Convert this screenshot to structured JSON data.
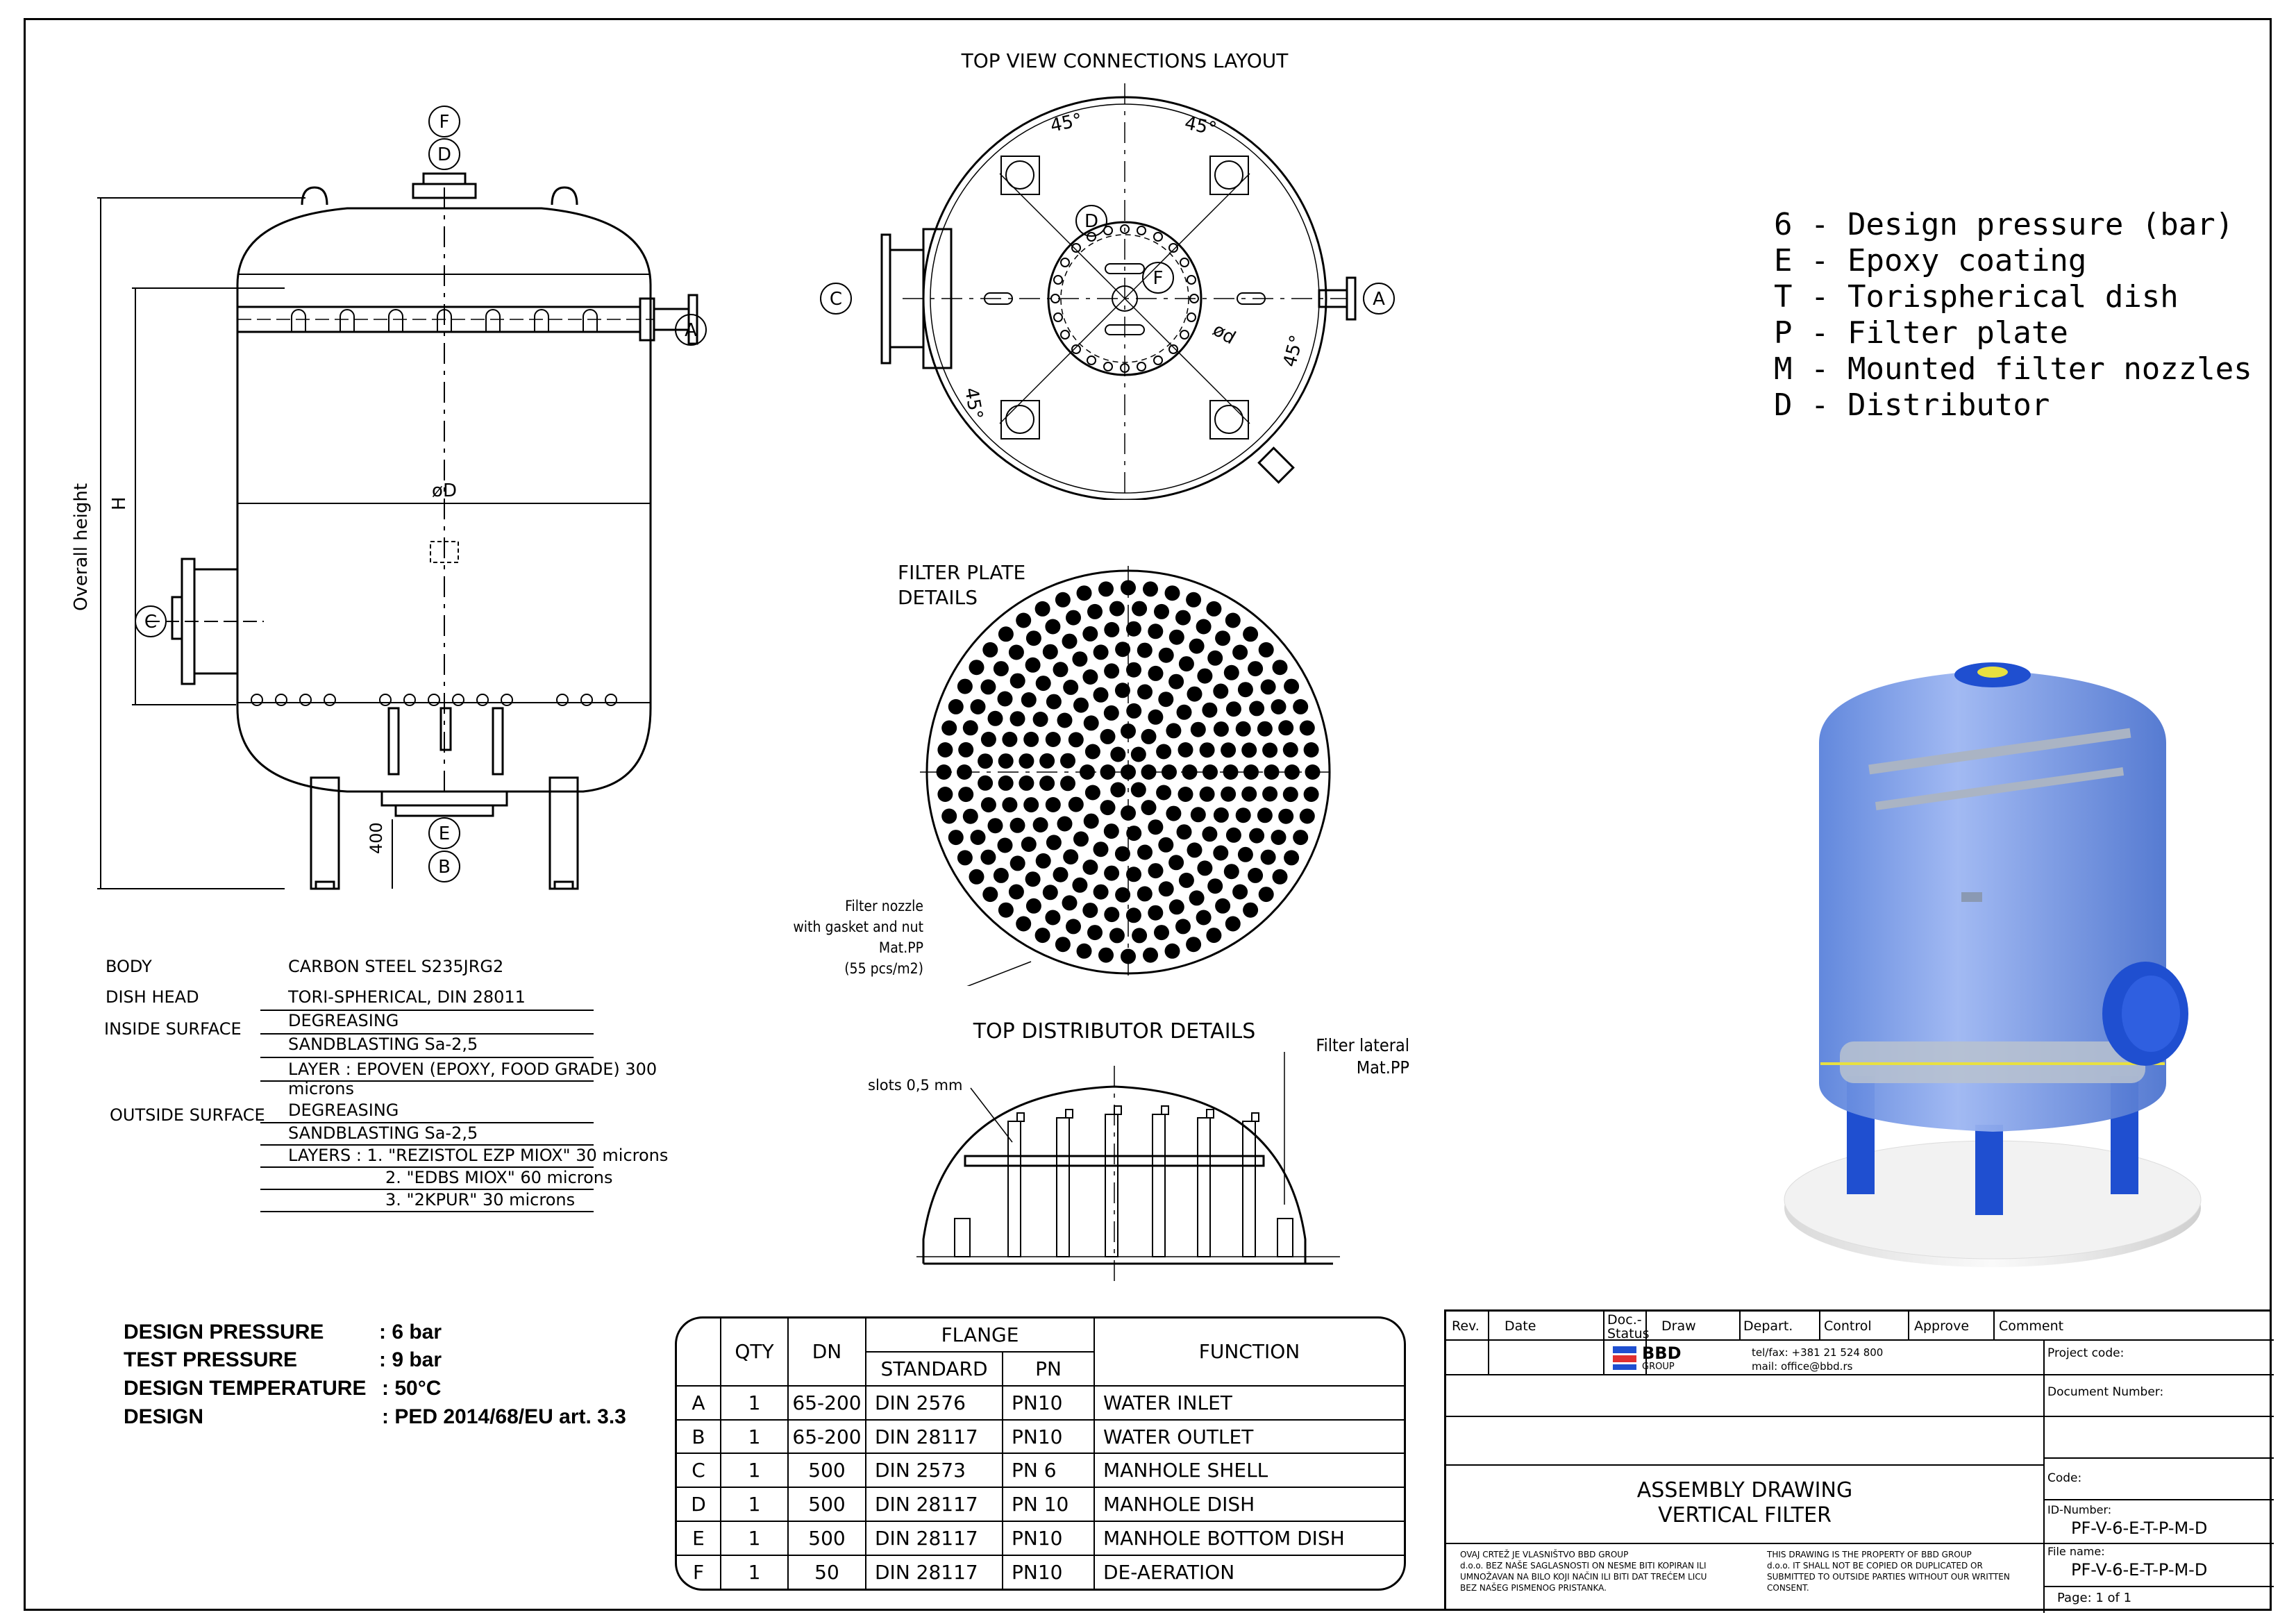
{
  "legend": [
    "6 - Design pressure (bar)",
    "E - Epoxy coating",
    "T - Torispherical dish",
    "P - Filter plate",
    "M - Mounted filter nozzles",
    "D - Distributor"
  ],
  "views": {
    "top_view_title": "TOP VIEW CONNECTIONS LAYOUT",
    "filter_plate_title_1": "FILTER PLATE",
    "filter_plate_title_2": "DETAILS",
    "distributor_title": "TOP DISTRIBUTOR DETAILS",
    "angle_45": "45°",
    "dia_small": "ød",
    "dia_big": "øD",
    "h_label": "H",
    "overall_height": "Overall height",
    "dim_400": "400",
    "nozzle_note": [
      "Filter nozzle",
      "with gasket and nut",
      "Mat.PP",
      "(55 pcs/m2)"
    ],
    "slots_note": "slots 0,5 mm",
    "lateral_note": [
      "Filter lateral",
      "Mat.PP"
    ],
    "markers": {
      "A": "A",
      "B": "B",
      "C": "C",
      "D": "D",
      "E": "E",
      "F": "F"
    }
  },
  "materials": {
    "body_label": "BODY",
    "body_value": "CARBON STEEL S235JRG2",
    "dish_label": "DISH HEAD",
    "dish_value": "TORI-SPHERICAL, DIN 28011",
    "inside_label": "INSIDE SURFACE",
    "inside_values": [
      "DEGREASING",
      "SANDBLASTING Sa-2,5",
      "LAYER : EPOVEN (EPOXY, FOOD GRADE) 300 microns"
    ],
    "outside_label": "OUTSIDE SURFACE",
    "outside_values": [
      "DEGREASING",
      "SANDBLASTING Sa-2,5",
      "LAYERS  :  1. \"REZISTOL EZP MIOX\" 30 microns",
      "2. \"EDBS MIOX\" 60 microns",
      "3. \"2KPUR\" 30 microns"
    ]
  },
  "design": [
    {
      "label": "DESIGN PRESSURE",
      "value": ": 6 bar"
    },
    {
      "label": "TEST PRESSURE",
      "value": ": 9 bar"
    },
    {
      "label": "DESIGN TEMPERATURE",
      "value": ": 50°C"
    },
    {
      "label": "DESIGN",
      "value": ": PED 2014/68/EU art. 3.3"
    }
  ],
  "connections": {
    "headers": {
      "qty": "QTY",
      "dn": "DN",
      "flange": "FLANGE",
      "standard": "STANDARD",
      "pn": "PN",
      "function": "FUNCTION"
    },
    "rows": [
      {
        "id": "A",
        "qty": "1",
        "dn": "65-200",
        "standard": "DIN 2576",
        "pn": "PN10",
        "function": "WATER INLET"
      },
      {
        "id": "B",
        "qty": "1",
        "dn": "65-200",
        "standard": "DIN 28117",
        "pn": "PN10",
        "function": "WATER OUTLET"
      },
      {
        "id": "C",
        "qty": "1",
        "dn": "500",
        "standard": "DIN 2573",
        "pn": "PN 6",
        "function": "MANHOLE SHELL"
      },
      {
        "id": "D",
        "qty": "1",
        "dn": "500",
        "standard": "DIN 28117",
        "pn": "PN 10",
        "function": "MANHOLE DISH"
      },
      {
        "id": "E",
        "qty": "1",
        "dn": "500",
        "standard": "DIN 28117",
        "pn": "PN10",
        "function": "MANHOLE BOTTOM DISH"
      },
      {
        "id": "F",
        "qty": "1",
        "dn": "50",
        "standard": "DIN 28117",
        "pn": "PN10",
        "function": "DE-AERATION"
      }
    ]
  },
  "title_block": {
    "rev": "Rev.",
    "date": "Date",
    "doc_status": "Doc.-\nStatus",
    "draw": "Draw",
    "depart": "Depart.",
    "control": "Control",
    "approve": "Approve",
    "comment": "Comment",
    "company": "BBD",
    "group": "GROUP",
    "contact_tel": "tel/fax: +381 21 524 800",
    "contact_mail": "mail: office@bbd.rs",
    "project_code": "Project code:",
    "document_number": "Document Number:",
    "code": "Code:",
    "title_1": "ASSEMBLY DRAWING",
    "title_2": "VERTICAL FILTER",
    "id_number_label": "ID-Number:",
    "id_number": "PF-V-6-E-T-P-M-D",
    "file_name_label": "File name:",
    "file_name": "PF-V-6-E-T-P-M-D",
    "page": "Page:  1 of 1",
    "notice_local": [
      "OVAJ CRTEŽ JE VLASNIŠTVO BBD GROUP",
      "d.o.o. BEZ NAŠE SAGLASNOSTI ON NESME BITI KOPIRAN ILI",
      "UMNOŽAVAN NA BILO KOJI NAČIN ILI BITI DAT TREĆEM LICU",
      "BEZ NAŠEG PISMENOG PRISTANKA."
    ],
    "notice_en": [
      "THIS DRAWING IS THE PROPERTY OF BBD GROUP",
      "d.o.o. IT SHALL NOT BE COPIED OR DUPLICATED OR",
      "SUBMITTED TO OUTSIDE PARTIES WITHOUT OUR WRITTEN",
      "CONSENT."
    ]
  },
  "colors": {
    "vessel_blue": "#6f95e6",
    "flange_blue": "#1f4fd0",
    "base": "#e8e8e8"
  }
}
